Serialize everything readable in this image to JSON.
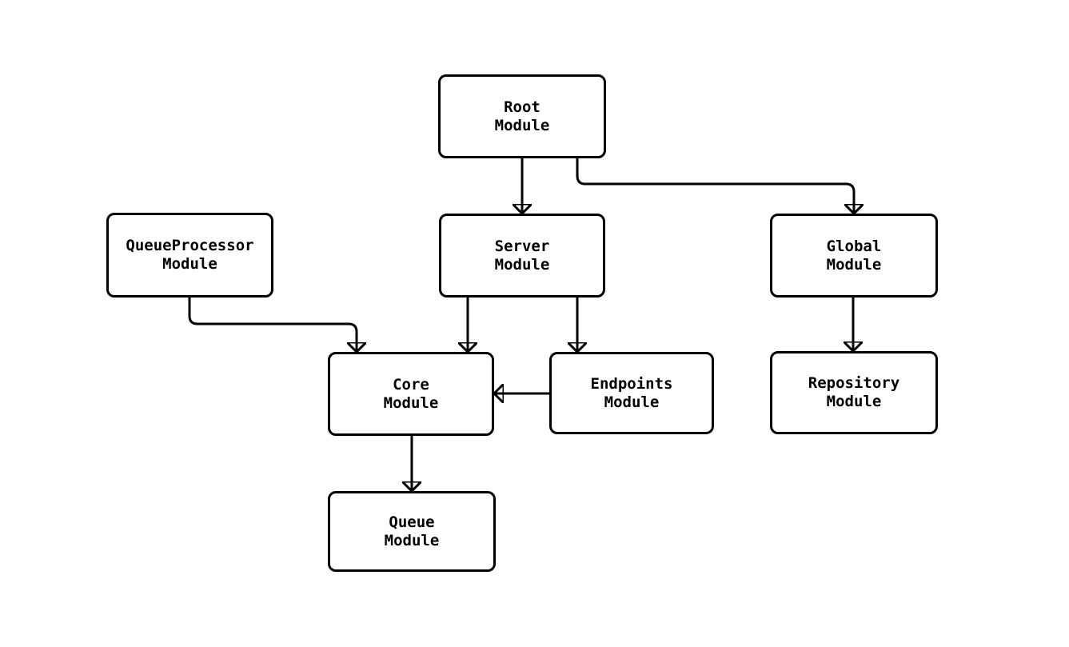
{
  "diagram": {
    "type": "module-dependency-graph",
    "background_color": "#ffffff",
    "stroke_color": "#000000",
    "text_color": "#000000",
    "nodes": [
      {
        "id": "root",
        "label": "Root\nModule"
      },
      {
        "id": "server",
        "label": "Server\nModule"
      },
      {
        "id": "global",
        "label": "Global\nModule"
      },
      {
        "id": "queueprocessor",
        "label": "QueueProcessor\nModule"
      },
      {
        "id": "core",
        "label": "Core\nModule"
      },
      {
        "id": "endpoints",
        "label": "Endpoints\nModule"
      },
      {
        "id": "repository",
        "label": "Repository\nModule"
      },
      {
        "id": "queue",
        "label": "Queue\nModule"
      }
    ],
    "edges": [
      {
        "from": "root",
        "to": "server"
      },
      {
        "from": "root",
        "to": "global"
      },
      {
        "from": "queueprocessor",
        "to": "core"
      },
      {
        "from": "server",
        "to": "core"
      },
      {
        "from": "server",
        "to": "endpoints"
      },
      {
        "from": "endpoints",
        "to": "core"
      },
      {
        "from": "global",
        "to": "repository"
      },
      {
        "from": "core",
        "to": "queue"
      }
    ]
  }
}
